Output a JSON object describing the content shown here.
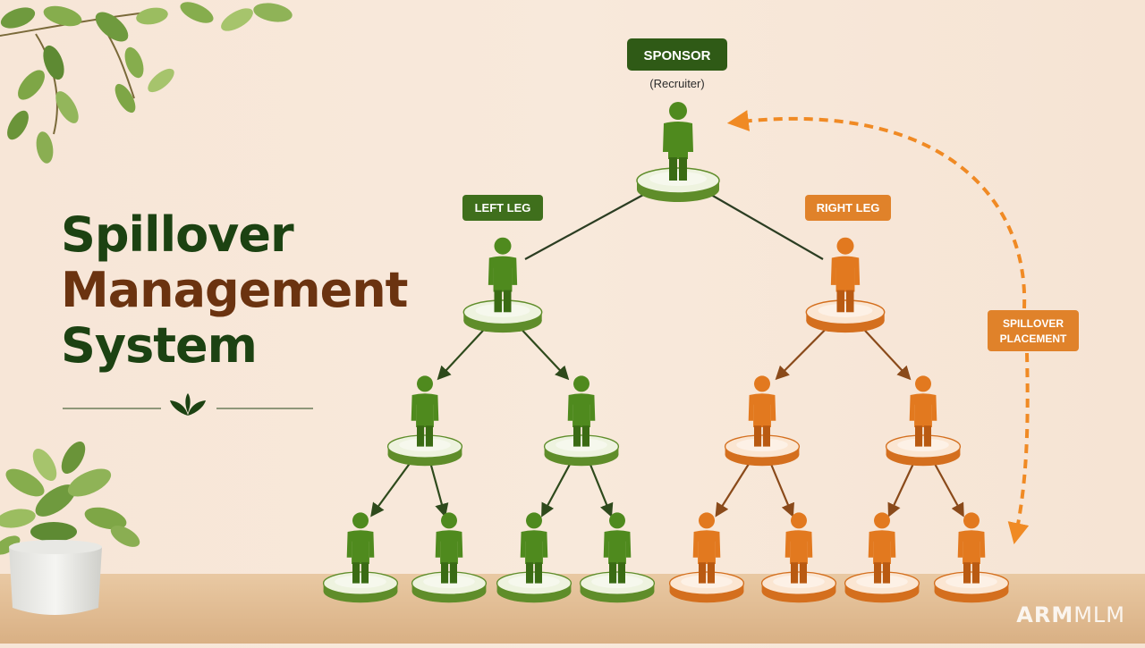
{
  "title": {
    "line1": "Spillover",
    "line2": "Management",
    "line3": "System"
  },
  "labels": {
    "sponsor": "SPONSOR",
    "recruiter": "(Recruiter)",
    "left_leg": "LEFT LEG",
    "right_leg": "RIGHT LEG",
    "spillover_line1": "SPILLOVER",
    "spillover_line2": "PLACEMENT"
  },
  "watermark": {
    "bold": "ARM",
    "thin": "MLM"
  },
  "colors": {
    "green_dark": "#1c4212",
    "green": "#4f8a1e",
    "brown": "#6b3310",
    "orange": "#e2791f",
    "label_green": "#3f6f1c",
    "label_orange": "#e0822a",
    "label_sponsor": "#2f5a16"
  },
  "diagram": {
    "nodes": [
      {
        "id": "sponsor",
        "color": "green"
      },
      {
        "id": "left-1",
        "color": "green"
      },
      {
        "id": "right-1",
        "color": "orange"
      },
      {
        "id": "left-2a",
        "color": "green"
      },
      {
        "id": "left-2b",
        "color": "green"
      },
      {
        "id": "right-2a",
        "color": "orange"
      },
      {
        "id": "right-2b",
        "color": "orange"
      },
      {
        "id": "left-3a",
        "color": "green"
      },
      {
        "id": "left-3b",
        "color": "green"
      },
      {
        "id": "left-3c",
        "color": "green"
      },
      {
        "id": "left-3d",
        "color": "green"
      },
      {
        "id": "right-3a",
        "color": "orange"
      },
      {
        "id": "right-3b",
        "color": "orange"
      },
      {
        "id": "right-3c",
        "color": "orange"
      },
      {
        "id": "right-3d",
        "color": "orange"
      }
    ],
    "edges": [
      {
        "from": "sponsor",
        "to": "left-1",
        "arrow": false
      },
      {
        "from": "sponsor",
        "to": "right-1",
        "arrow": false
      },
      {
        "from": "left-1",
        "to": "left-2a",
        "arrow": true
      },
      {
        "from": "left-1",
        "to": "left-2b",
        "arrow": true
      },
      {
        "from": "right-1",
        "to": "right-2a",
        "arrow": true
      },
      {
        "from": "right-1",
        "to": "right-2b",
        "arrow": true
      },
      {
        "from": "left-2a",
        "to": "left-3a",
        "arrow": true
      },
      {
        "from": "left-2a",
        "to": "left-3b",
        "arrow": true
      },
      {
        "from": "left-2b",
        "to": "left-3c",
        "arrow": true
      },
      {
        "from": "left-2b",
        "to": "left-3d",
        "arrow": true
      },
      {
        "from": "right-2a",
        "to": "right-3a",
        "arrow": true
      },
      {
        "from": "right-2a",
        "to": "right-3b",
        "arrow": true
      },
      {
        "from": "right-2b",
        "to": "right-3c",
        "arrow": true
      },
      {
        "from": "right-2b",
        "to": "right-3d",
        "arrow": true
      }
    ]
  }
}
